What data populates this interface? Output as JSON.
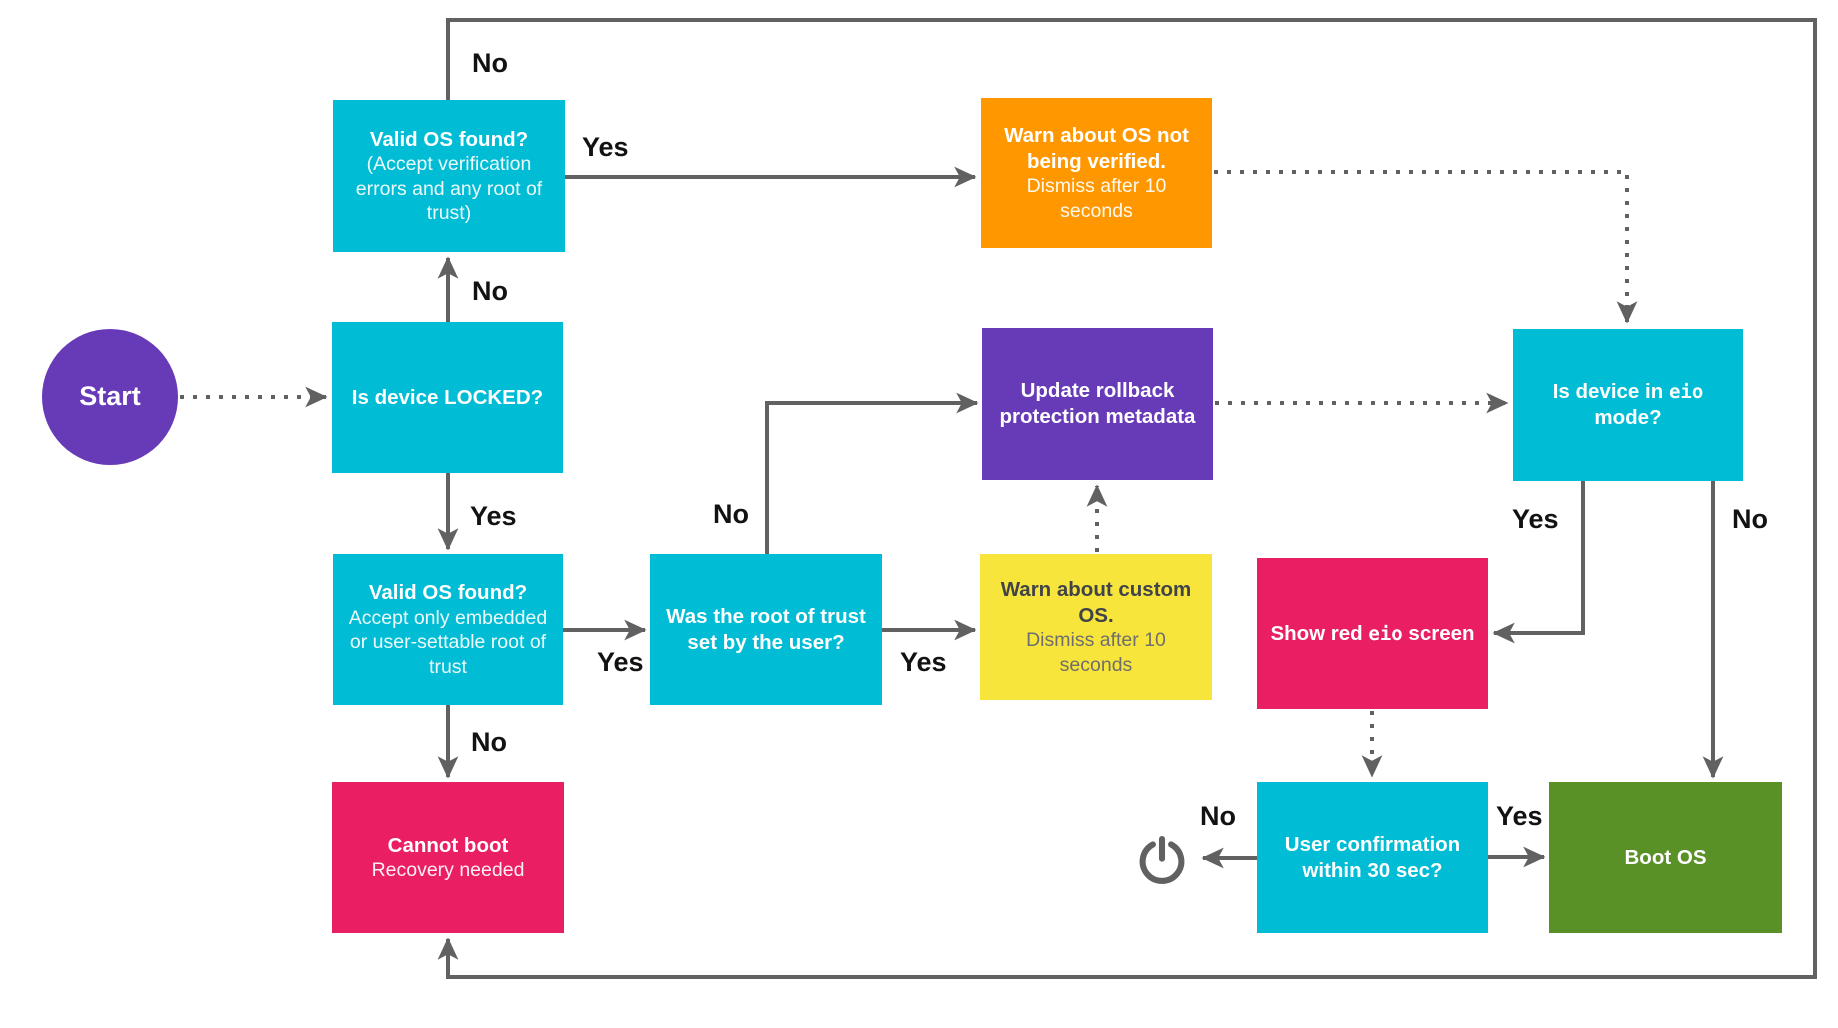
{
  "diagram_type": "flowchart",
  "colors": {
    "cyan": "#00BCD4",
    "pink": "#E91E63",
    "orange": "#FF9800",
    "purple": "#673AB7",
    "yellow": "#F7E53B",
    "green": "#5A9127",
    "connector_gray": "#616161",
    "label_text": "#121212"
  },
  "icons": {
    "power": "power-off-symbol"
  },
  "nodes": {
    "start": {
      "label": "Start"
    },
    "valid_os_top": {
      "title": "Valid OS found?",
      "subtitle": "(Accept verification errors and any root of trust)"
    },
    "locked": {
      "title": "Is device LOCKED?"
    },
    "valid_os_mid": {
      "title": "Valid OS found?",
      "subtitle": "Accept only embedded or user-settable root of trust"
    },
    "cannot_boot": {
      "title": "Cannot boot",
      "subtitle": "Recovery needed"
    },
    "root_of_trust": {
      "title": "Was the root of trust set by the user?"
    },
    "warn_not_verified": {
      "title": "Warn about OS not being verified.",
      "subtitle": "Dismiss after 10 seconds"
    },
    "update_rollback": {
      "title": "Update rollback protection metadata"
    },
    "warn_custom": {
      "title": "Warn about custom OS.",
      "subtitle": "Dismiss after 10 seconds"
    },
    "show_red_eio": {
      "pre": "Show red ",
      "mono": "eio",
      "post": " screen"
    },
    "eio_mode": {
      "pre": "Is device in ",
      "mono": "eio",
      "post": " mode?"
    },
    "user_confirmation": {
      "title": "User confirmation within 30 sec?"
    },
    "boot_os": {
      "title": "Boot OS"
    }
  },
  "labels": {
    "no_top": "No",
    "no_locked": "No",
    "yes_warn": "Yes",
    "yes_locked": "Yes",
    "no_root": "No",
    "yes_valid2": "Yes",
    "yes_root": "Yes",
    "no_valid2": "No",
    "yes_eio": "Yes",
    "no_eio": "No",
    "no_user": "No",
    "yes_user": "Yes"
  },
  "edges": [
    {
      "from": "start",
      "to": "locked",
      "label": "",
      "style": "dotted"
    },
    {
      "from": "locked",
      "to": "valid_os_top",
      "label": "No",
      "style": "solid"
    },
    {
      "from": "locked",
      "to": "valid_os_mid",
      "label": "Yes",
      "style": "solid"
    },
    {
      "from": "valid_os_top",
      "to": "cannot_boot",
      "label": "No",
      "style": "solid"
    },
    {
      "from": "valid_os_top",
      "to": "warn_not_verified",
      "label": "Yes",
      "style": "solid"
    },
    {
      "from": "valid_os_mid",
      "to": "root_of_trust",
      "label": "Yes",
      "style": "solid"
    },
    {
      "from": "valid_os_mid",
      "to": "cannot_boot",
      "label": "No",
      "style": "solid"
    },
    {
      "from": "root_of_trust",
      "to": "update_rollback",
      "label": "No",
      "style": "solid"
    },
    {
      "from": "root_of_trust",
      "to": "warn_custom",
      "label": "Yes",
      "style": "solid"
    },
    {
      "from": "warn_custom",
      "to": "update_rollback",
      "label": "",
      "style": "dotted"
    },
    {
      "from": "warn_not_verified",
      "to": "eio_mode",
      "label": "",
      "style": "dotted"
    },
    {
      "from": "update_rollback",
      "to": "eio_mode",
      "label": "",
      "style": "dotted"
    },
    {
      "from": "eio_mode",
      "to": "show_red_eio",
      "label": "Yes",
      "style": "solid"
    },
    {
      "from": "eio_mode",
      "to": "boot_os",
      "label": "No",
      "style": "solid"
    },
    {
      "from": "show_red_eio",
      "to": "user_confirmation",
      "label": "",
      "style": "dotted"
    },
    {
      "from": "user_confirmation",
      "to": "boot_os",
      "label": "Yes",
      "style": "solid"
    },
    {
      "from": "user_confirmation",
      "to": "power_off",
      "label": "No",
      "style": "solid"
    }
  ]
}
